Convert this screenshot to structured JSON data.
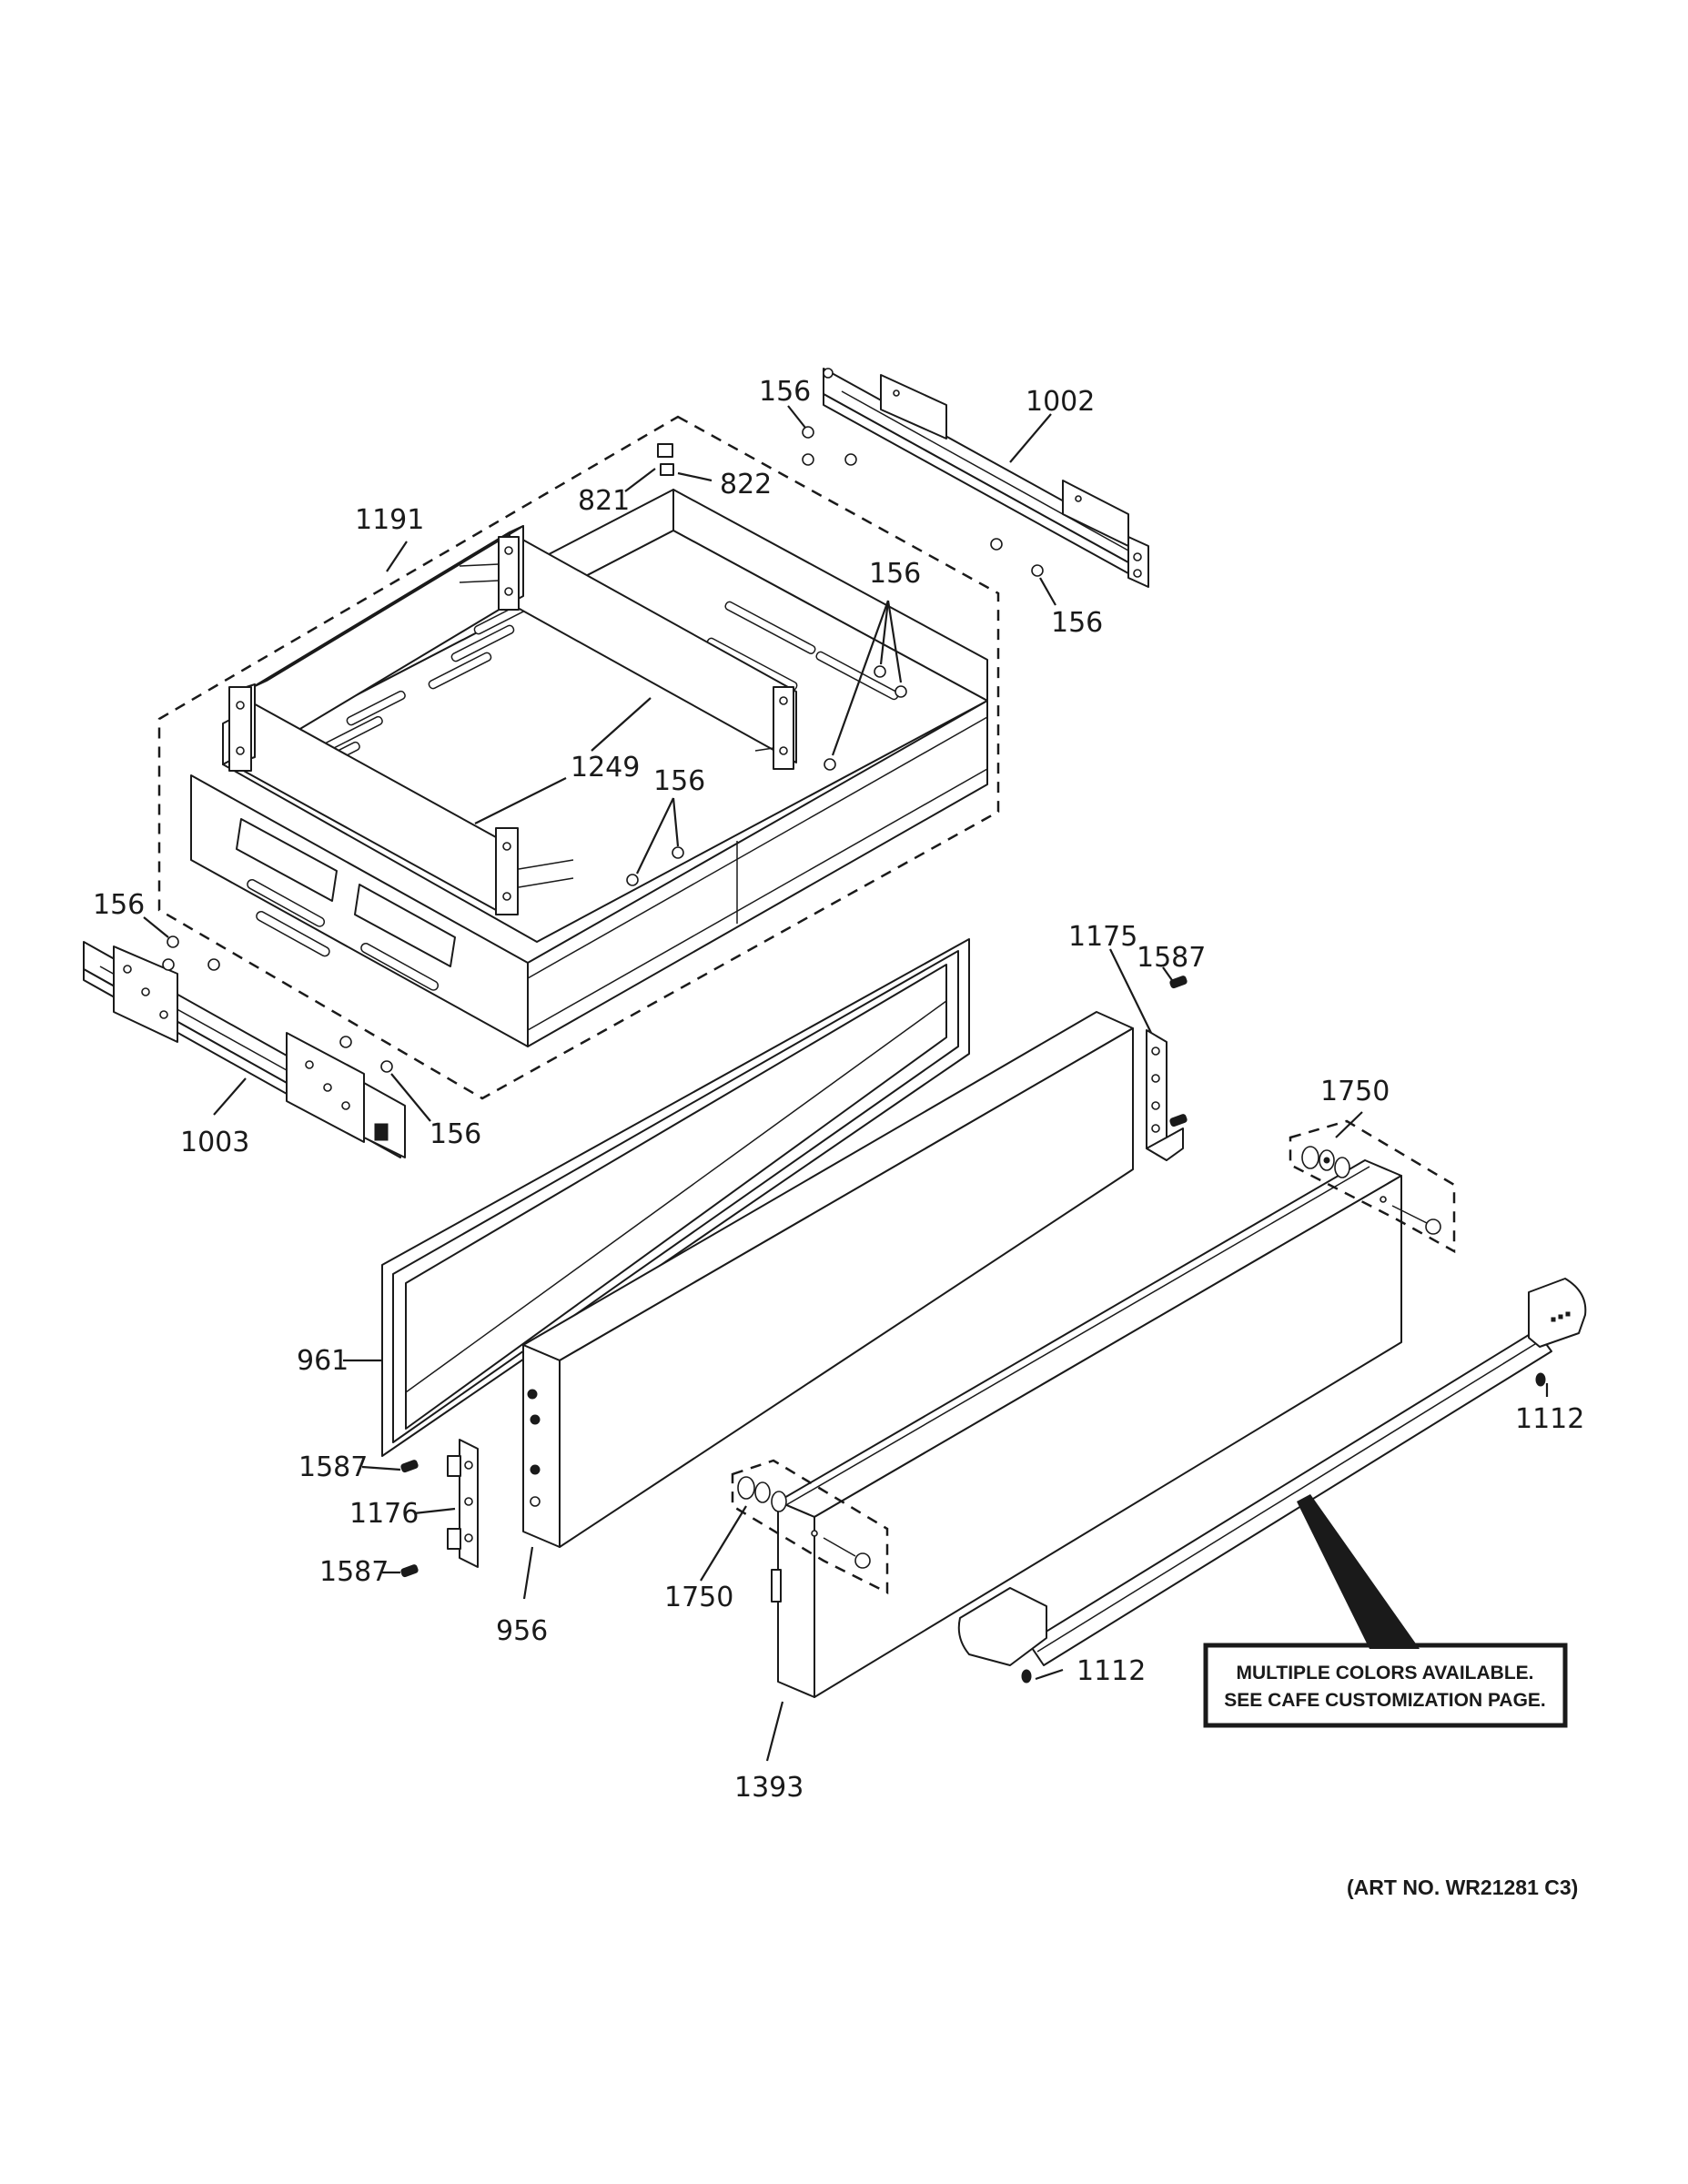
{
  "callouts": {
    "p156_top": "156",
    "p1002": "1002",
    "p821": "821",
    "p822": "822",
    "p1191": "1191",
    "p156_mid": "156",
    "p156_right": "156",
    "p1249": "1249",
    "p156_center": "156",
    "p156_left": "156",
    "p1003": "1003",
    "p156_lowleft": "156",
    "p1175": "1175",
    "p1587_top": "1587",
    "p1750_top": "1750",
    "p961": "961",
    "p1112_right": "1112",
    "p1587_mid": "1587",
    "p1176": "1176",
    "p1587_low": "1587",
    "p956": "956",
    "p1750_low": "1750",
    "p1112_low": "1112",
    "p1393": "1393"
  },
  "note": {
    "line1": "MULTIPLE COLORS AVAILABLE.",
    "line2": "SEE CAFE CUSTOMIZATION PAGE."
  },
  "art_number": "(ART NO. WR21281 C3)"
}
